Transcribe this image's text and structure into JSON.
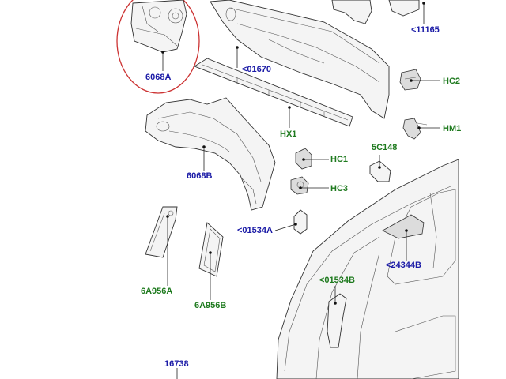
{
  "highlight_color": "#cc3333",
  "colors": {
    "blue_label": "#1a1aa6",
    "green_label": "#1e7a1e"
  },
  "labels": {
    "p6068A": "6068A",
    "p01670": "<01670",
    "p11165": "<11165",
    "pHC2": "HC2",
    "pHM1": "HM1",
    "pHX1": "HX1",
    "p6068B": "6068B",
    "pHC1": "HC1",
    "p5C148": "5C148",
    "pHC3": "HC3",
    "p01534A": "<01534A",
    "p24344B": "<24344B",
    "p01534B": "<01534B",
    "p6A956A": "6A956A",
    "p6A956B": "6A956B",
    "p16738": "16738"
  }
}
